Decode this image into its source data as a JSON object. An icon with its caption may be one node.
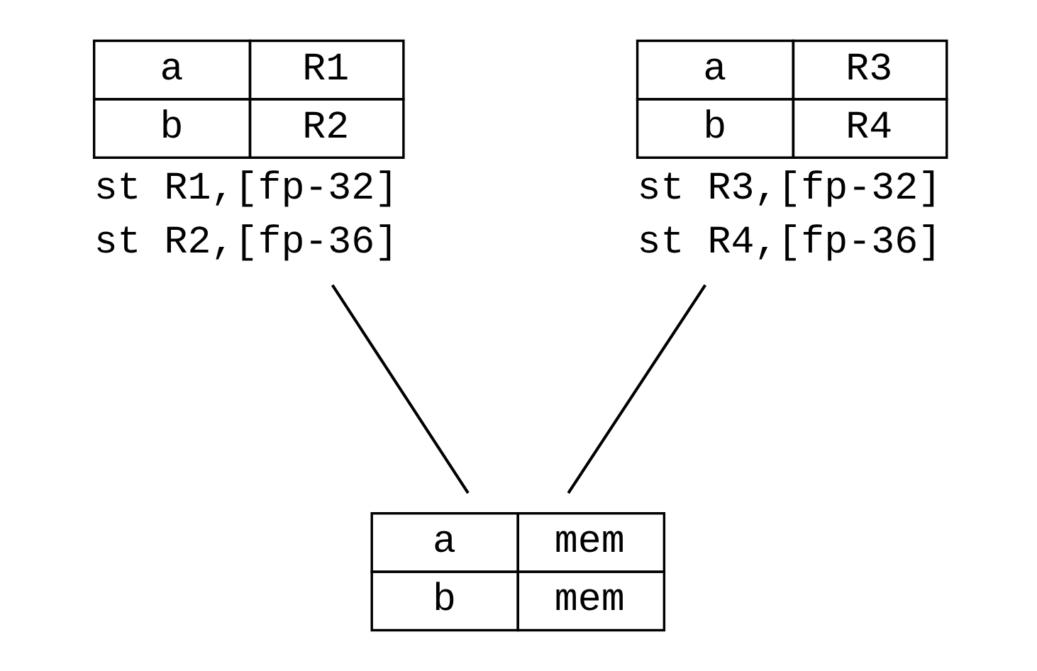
{
  "diagram": {
    "nodes": [
      {
        "text": [
          "a",
          "R1",
          "b",
          "R2"
        ],
        "beside": [
          "st R1,[fp-32]",
          "st R2,[fp-36]"
        ]
      },
      {
        "text": [
          "a",
          "R3",
          "b",
          "R4"
        ],
        "beside": [
          "st R3,[fp-32]",
          "st R4,[fp-36]"
        ]
      },
      {
        "text": [
          "a",
          "mem",
          "b",
          "mem"
        ]
      }
    ],
    "edges": [
      {
        "from": 0,
        "to": 2,
        "arrow": "none"
      },
      {
        "from": 1,
        "to": 2,
        "arrow": "none"
      }
    ]
  }
}
